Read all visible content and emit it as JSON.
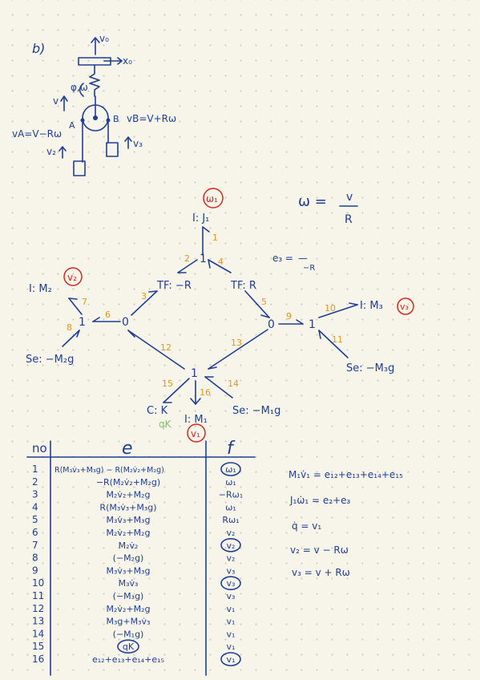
{
  "part_label": "b)",
  "sketch": {
    "v0": "v₀",
    "x0": "x₀",
    "phi_w": "φ,ω",
    "v": "v",
    "pointA": "A",
    "pointB": "B",
    "vA": "vA=V−Rω",
    "vB": "vB=V+Rω",
    "v2": "v₂",
    "v3": "v₃"
  },
  "omega_eq": {
    "lhs": "ω =",
    "num": "v",
    "den": "R"
  },
  "e3_note": "e₃ = —\n−R",
  "bond_graph": {
    "nodes": {
      "I_J1": "I: J₁",
      "one_top": "1",
      "TF_left": "TF: −R",
      "TF_right": "TF: R",
      "zero_left": "0",
      "zero_right": "0",
      "one_left": "1",
      "one_right": "1",
      "one_bottom": "1",
      "I_M2": "I: M₂",
      "I_M3": "I: M₃",
      "Se_M2": "Se: −M₂g",
      "Se_M3": "Se: −M₃g",
      "Se_M1": "Se: −M₁g",
      "C_K": "C: K",
      "I_M1": "I: M₁"
    },
    "state_marks": {
      "I_J1": "ω₁",
      "I_M2": "v₂",
      "I_M3": "v₃",
      "I_M1": "v₁"
    },
    "bond_numbers": [
      "1",
      "2",
      "3",
      "4",
      "5",
      "6",
      "7",
      "8",
      "9",
      "10",
      "11",
      "12",
      "13",
      "14",
      "15",
      "16"
    ],
    "qK": "qK"
  },
  "table": {
    "headers": {
      "no": "no",
      "e": "e",
      "f": "f"
    },
    "rows": [
      {
        "no": "1",
        "e": "R(M₃v̇₃+M₃g) − R(M₂v̇₂+M₂g)",
        "f": "ω₁",
        "circled": true
      },
      {
        "no": "2",
        "e": "−R(M₂v̇₂+M₂g)",
        "f": "ω₁",
        "circled": false
      },
      {
        "no": "3",
        "e": "M₂v̇₂+M₂g",
        "f": "−Rω₁",
        "circled": false
      },
      {
        "no": "4",
        "e": "R(M₃v̇₃+M₃g)",
        "f": "ω₁",
        "circled": false
      },
      {
        "no": "5",
        "e": "M₃v̇₃+M₃g",
        "f": "Rω₁",
        "circled": false
      },
      {
        "no": "6",
        "e": "M₂v̇₂+M₂g",
        "f": "v₂",
        "circled": false
      },
      {
        "no": "7",
        "e": "M₂v̇₂",
        "f": "v₂",
        "circled": true
      },
      {
        "no": "8",
        "e": "(−M₂g)",
        "f": "v₂",
        "circled": false
      },
      {
        "no": "9",
        "e": "M₃v̇₃+M₃g",
        "f": "v₃",
        "circled": false
      },
      {
        "no": "10",
        "e": "M₃v̇₃",
        "f": "v₃",
        "circled": true
      },
      {
        "no": "11",
        "e": "(−M₃g)",
        "f": "v₃",
        "circled": false
      },
      {
        "no": "12",
        "e": "M₂v̇₂+M₂g",
        "f": "v₁",
        "circled": false
      },
      {
        "no": "13",
        "e": "M₃g+M₃v̇₃",
        "f": "v₁",
        "circled": false
      },
      {
        "no": "14",
        "e": "(−M₁g)",
        "f": "v₁",
        "circled": false
      },
      {
        "no": "15",
        "e": "qK",
        "f": "v₁",
        "circled": false,
        "e_circled": true
      },
      {
        "no": "16",
        "e": "e₁₂+e₁₃+e₁₄+e₁₅",
        "f": "v₁",
        "circled": true
      }
    ]
  },
  "equations": [
    "M₁v̇₁ = e₁₂+e₁₃+e₁₄+e₁₅",
    "J₁ω̇₁ = e₂+e₃",
    "q̇ = v₁",
    "v₂ = v − Rω",
    "v₃ = v + Rω"
  ]
}
